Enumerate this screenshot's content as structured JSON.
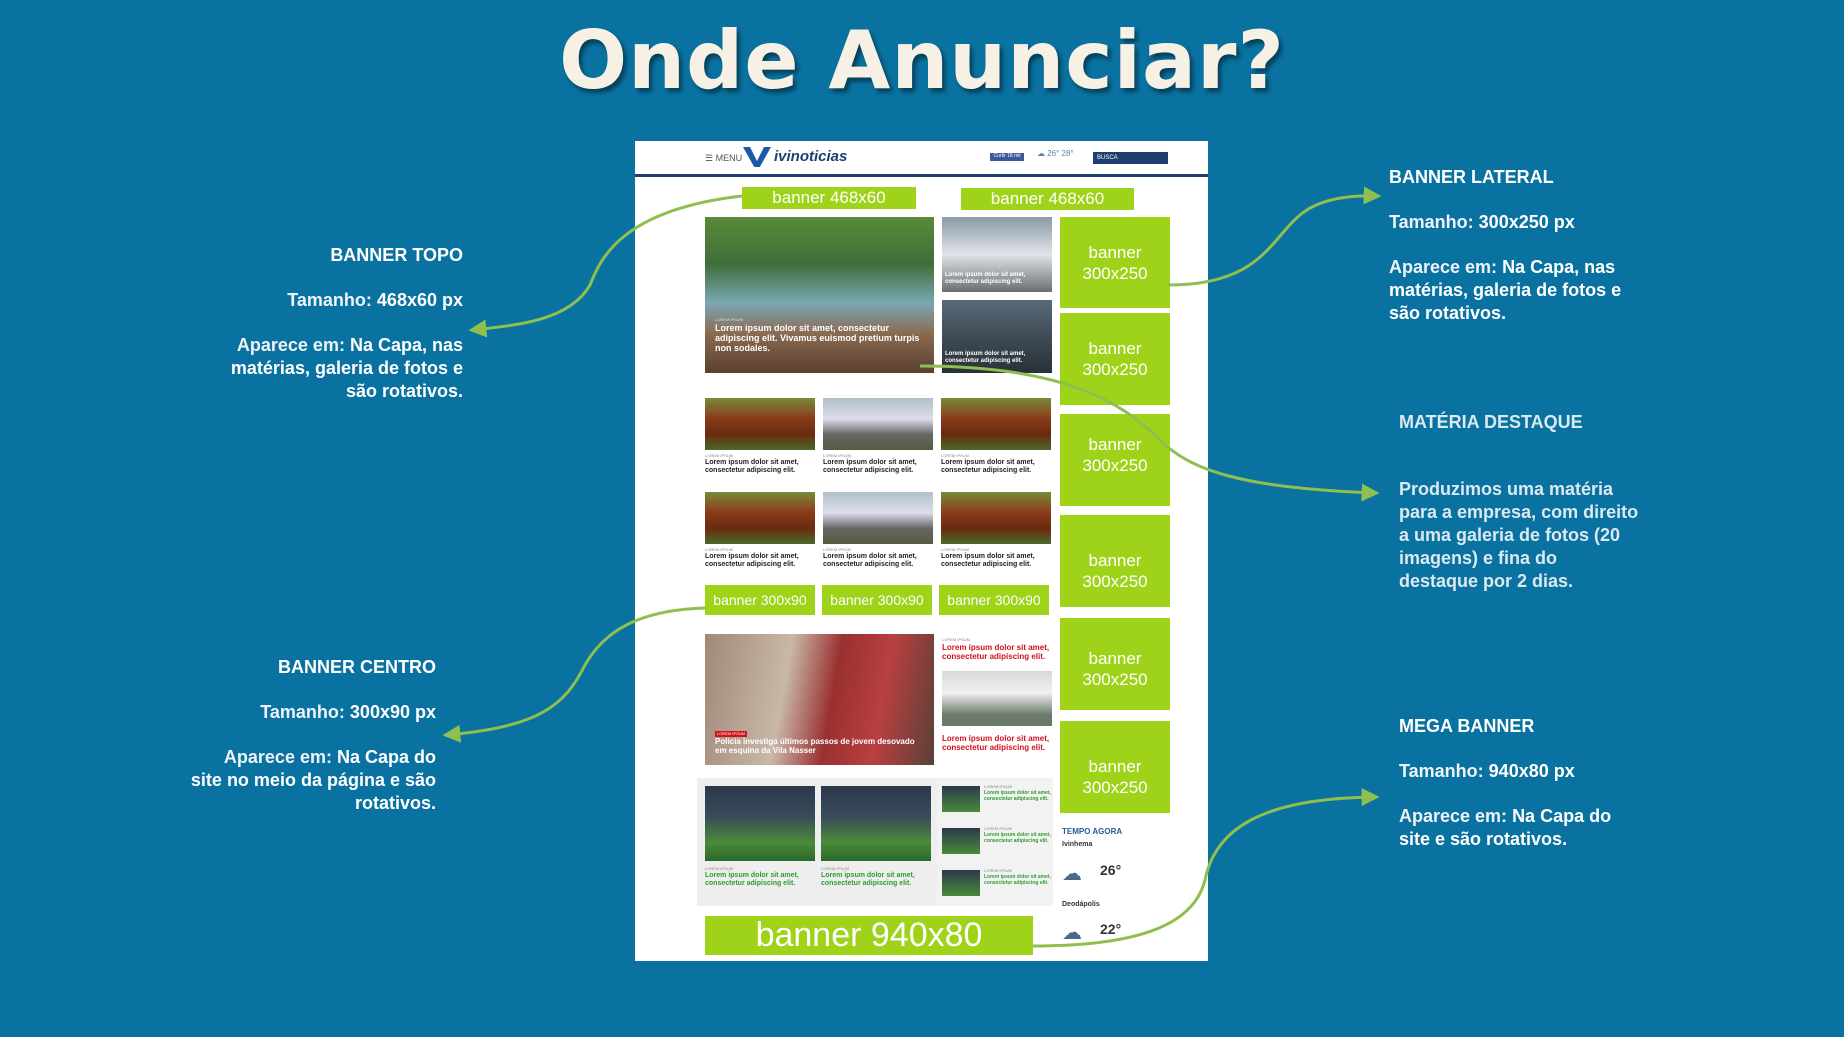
{
  "title": "Onde Anunciar?",
  "annotations": {
    "banner_topo": {
      "heading": "BANNER TOPO",
      "size_label": "Tamanho: ",
      "size_value": "468x60 px",
      "appears_label": "Aparece em: ",
      "appears_value": "Na Capa, nas matérias, galeria de fotos e são rotativos."
    },
    "banner_lateral": {
      "heading": "BANNER LATERAL",
      "size_label": "Tamanho: ",
      "size_value": "300x250 px",
      "appears_label": "Aparece em: ",
      "appears_value": "Na Capa, nas matérias, galeria de fotos e são rotativos."
    },
    "materia_destaque": {
      "heading": "MATÉRIA DESTAQUE",
      "body": "Produzimos uma matéria para a empresa, com direito a uma galeria de fotos (20 imagens) e fina do destaque por 2 dias."
    },
    "banner_centro": {
      "heading": "BANNER CENTRO",
      "size_label": "Tamanho: ",
      "size_value": "300x90 px",
      "appears_label": "Aparece em: ",
      "appears_value": "Na Capa do site no meio da página e são rotativos."
    },
    "mega_banner": {
      "heading": "MEGA BANNER",
      "size_label": "Tamanho: ",
      "size_value": "940x80 px",
      "appears_label": "Aparece em: ",
      "appears_value": "Na Capa do site e são rotativos."
    }
  },
  "mockup": {
    "menu": "☰ MENU",
    "logo": "ivinoticias",
    "fb": "Curtir 18 mil",
    "weather_mini": "☁ 26° 28°",
    "search": "BUSCA",
    "banner_top_1": "banner 468x60",
    "banner_top_2": "banner 468x60",
    "banner_side": [
      "banner 300x250",
      "banner 300x250",
      "banner 300x250",
      "banner 300x250",
      "banner 300x250",
      "banner 300x250"
    ],
    "banner_mid": [
      "banner 300x90",
      "banner 300x90",
      "banner 300x90"
    ],
    "banner_mega": "banner 940x80",
    "lorem_tag": "LOREM IPSUM",
    "hero_caption": "Lorem ipsum dolor sit amet, consectetur adipiscing elit. Vivamus euismod pretium turpis non sodales.",
    "lorem_short": "Lorem ipsum dolor sit amet, consectetur adipiscing elit.",
    "police_caption": "Polícia investiga últimos passos de jovem desovado em esquina da Vila Nasser",
    "weather_title": "TEMPO AGORA",
    "city1": "Ivinhema",
    "temp1": "26°",
    "city2": "Deodápolis",
    "temp2": "22°"
  },
  "colors": {
    "background": "#0a72a1",
    "banner_green": "#9fd31a",
    "arrow": "#8fbf4f",
    "header_navy": "#1d3e6f"
  }
}
